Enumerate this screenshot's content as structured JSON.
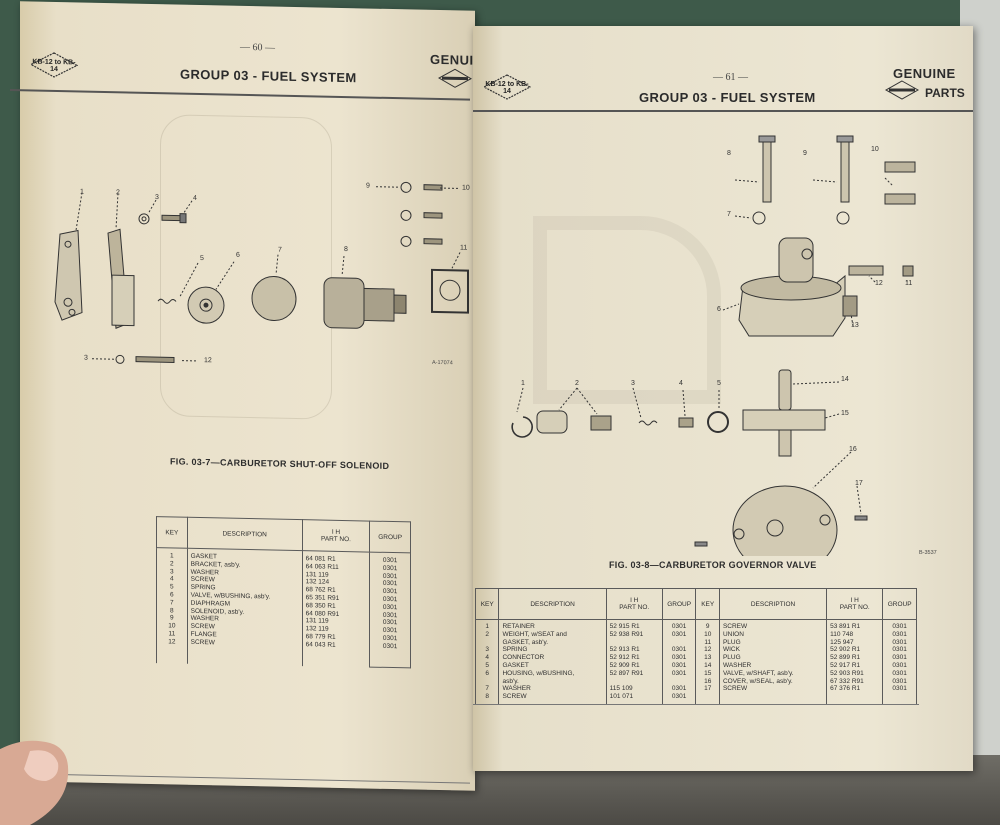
{
  "left_page": {
    "page_number": "— 60 —",
    "series_badge": "KB-12 to KB-14",
    "group_title": "GROUP 03 - FUEL SYSTEM",
    "brand_partial": "GENUIN",
    "figure_code": "A-17074",
    "figure_caption": "FIG. 03-7—CARBURETOR SHUT-OFF SOLENOID",
    "callouts": [
      "1",
      "2",
      "3",
      "4",
      "5",
      "6",
      "7",
      "8",
      "9",
      "10",
      "11",
      "3",
      "12"
    ],
    "table": {
      "headers": {
        "key": "KEY",
        "description": "DESCRIPTION",
        "part_no": "I H\nPART NO.",
        "group": "GROUP"
      },
      "keys": "1\n2\n3\n4\n5\n6\n7\n8\n9\n10\n11\n12",
      "descriptions": "GASKET\nBRACKET, asb'y.\nWASHER\nSCREW\nSPRING\nVALVE, w/BUSHING, asb'y.\nDIAPHRAGM\nSOLENOID, asb'y.\nWASHER\nSCREW\nFLANGE\nSCREW",
      "part_nos": "64 081 R1\n64 063 R11\n131 119\n132 124\n68 762 R1\n65 351 R91\n68 350 R1\n64 080 R91\n131 119\n132 119\n68 779 R1\n64 043 R1",
      "groups": "0301\n0301\n0301\n0301\n0301\n0301\n0301\n0301\n0301\n0301\n0301\n0301"
    }
  },
  "right_page": {
    "page_number": "— 61 —",
    "series_badge": "KB-12 to KB-14",
    "group_title": "GROUP 03 - FUEL SYSTEM",
    "brand_top": "GENUINE",
    "brand_bottom": "PARTS",
    "figure_code": "B-3537",
    "figure_caption": "FIG. 03-8—CARBURETOR GOVERNOR VALVE",
    "callouts": [
      "8",
      "9",
      "10",
      "7",
      "6",
      "12",
      "11",
      "13",
      "1",
      "2",
      "3",
      "4",
      "5",
      "14",
      "15",
      "16",
      "17"
    ],
    "table": {
      "headers": {
        "key": "KEY",
        "description": "DESCRIPTION",
        "part_no": "I H\nPART NO.",
        "group": "GROUP"
      },
      "left_keys": "1\n2\n\n3\n4\n5\n6\n\n7\n8",
      "left_descriptions": "RETAINER\nWEIGHT, w/SEAT and\n  GASKET, asb'y.\nSPRING\nCONNECTOR\nGASKET\nHOUSING, w/BUSHING,\n  asb'y.\nWASHER\nSCREW",
      "left_part_nos": "52 915 R1\n52 938 R91\n\n52 913 R1\n52 912 R1\n52 909 R1\n52 897 R91\n\n115 109\n101 071",
      "left_groups": "0301\n0301\n\n0301\n0301\n0301\n0301\n\n0301\n0301",
      "right_keys": "9\n10\n11\n12\n13\n14\n15\n16\n17",
      "right_descriptions": "SCREW\nUNION\nPLUG\nWICK\nPLUG\nWASHER\nVALVE, w/SHAFT, asb'y.\nCOVER, w/SEAL, asb'y.\nSCREW",
      "right_part_nos": "53 891 R1\n110 748\n125 947\n52 902 R1\n52 899 R1\n52 917 R1\n52 903 R91\n67 332 R91\n67 376 R1",
      "right_groups": "0301\n0301\n0301\n0301\n0301\n0301\n0301\n0301\n0301"
    }
  }
}
